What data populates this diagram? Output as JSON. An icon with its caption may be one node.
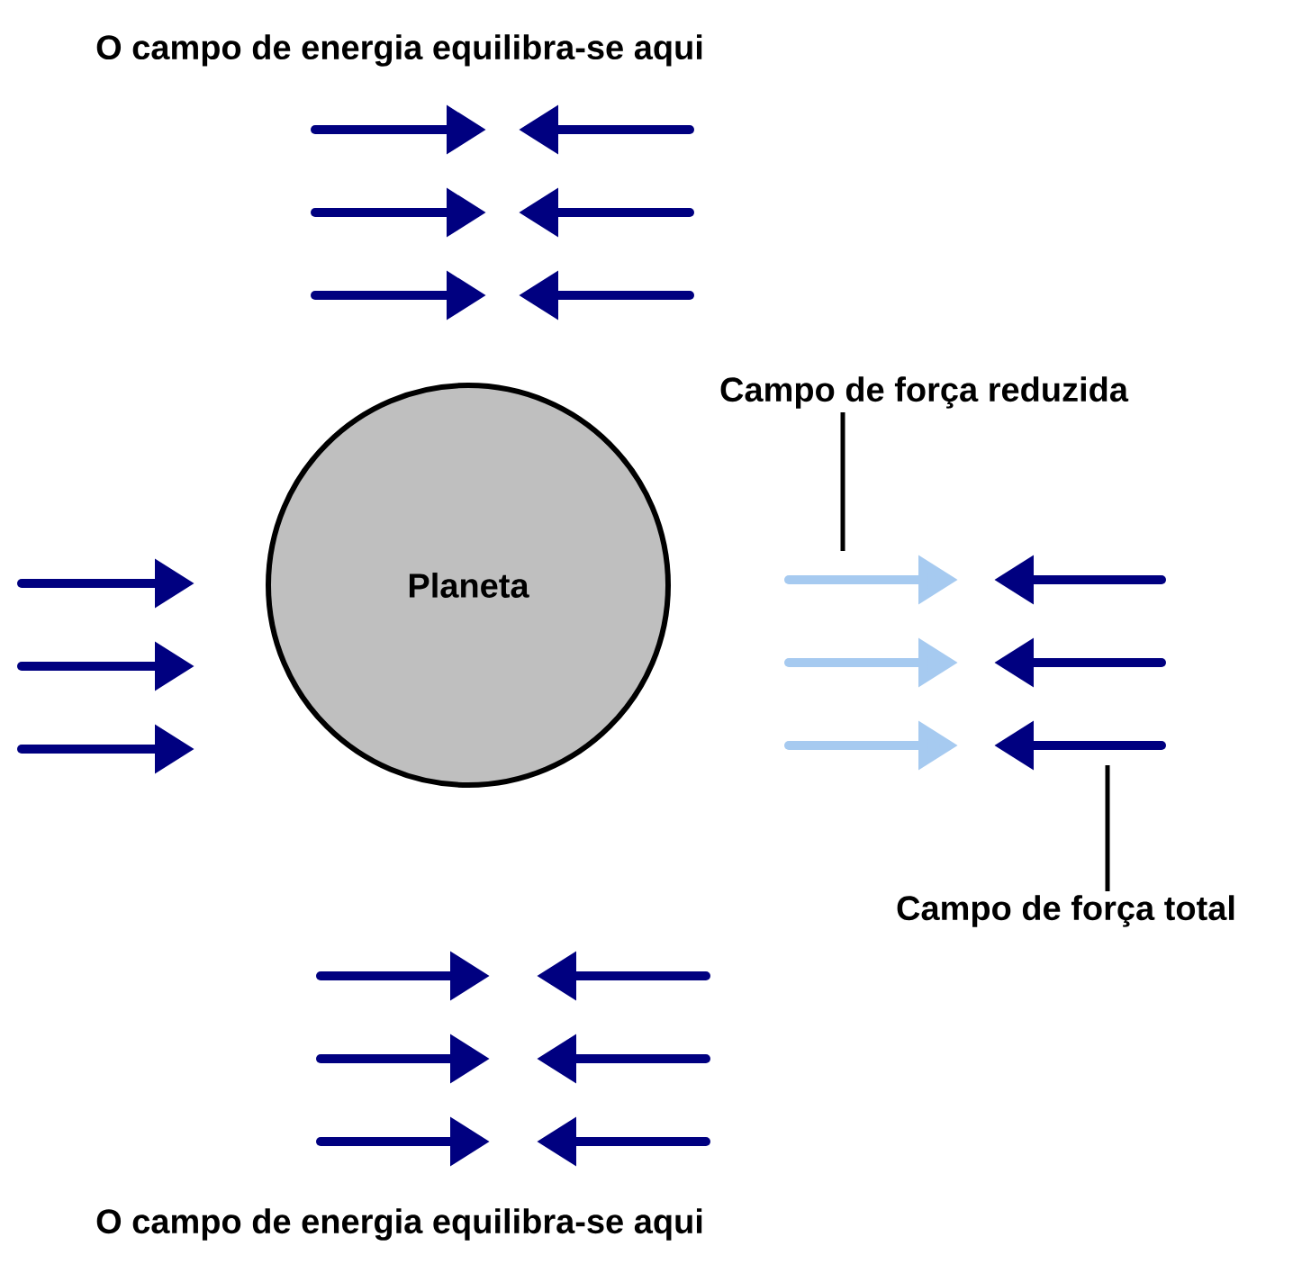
{
  "diagram": {
    "nodes": [
      {
        "text": [
          "Planeta"
        ]
      },
      {
        "text": [
          "Campo de força reduzida"
        ]
      },
      {
        "text": [
          "Campo de força total"
        ]
      }
    ],
    "edges": [
      {
        "from": 1,
        "to": null,
        "arrow": "none"
      },
      {
        "from": 2,
        "to": null,
        "arrow": "none"
      }
    ],
    "labels": [
      "O campo de energia equilibra-se aqui",
      "O campo de energia equilibra-se aqui"
    ]
  }
}
